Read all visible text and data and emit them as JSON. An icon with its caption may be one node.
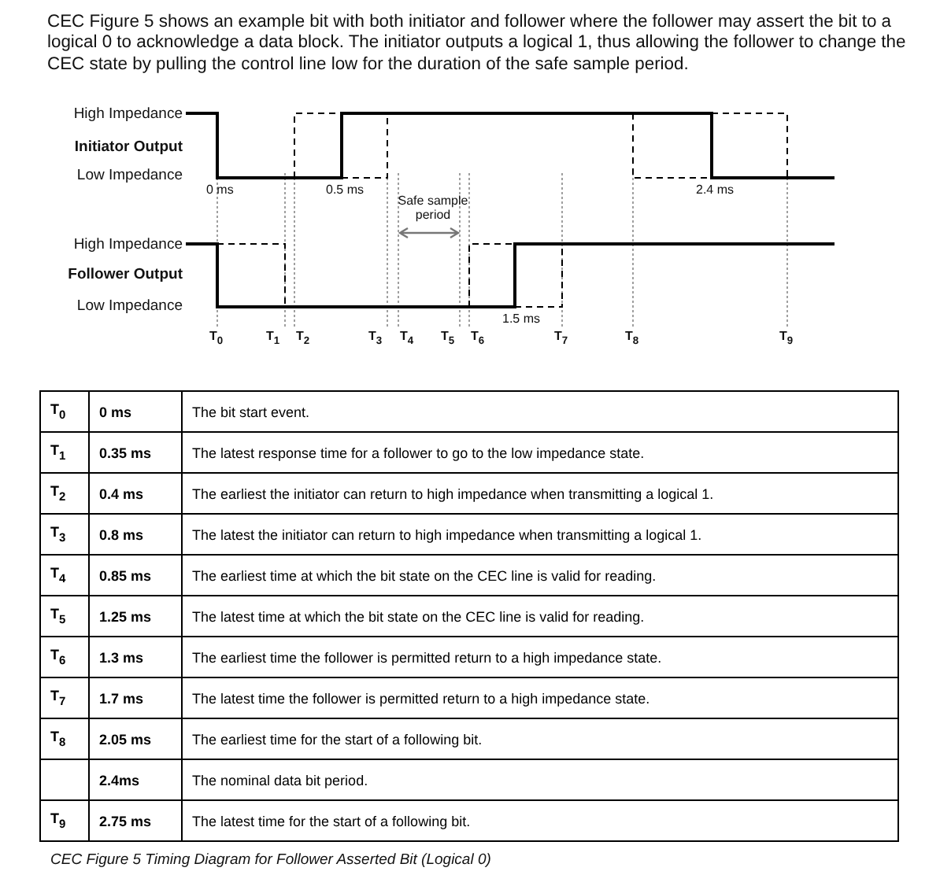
{
  "diagram": {
    "caption": "CEC Figure 5 Timing Diagram for Follower Asserted Bit (Logical 0)",
    "labels": [
      "CEC Figure 5 shows an example bit with both initiator and follower where the follower may assert the bit to a logical 0 to acknowledge a data block. The initiator outputs a logical 1, thus allowing the follower to change the CEC state by pulling the control line low for the duration of the safe sample period.",
      "High Impedance",
      "Initiator Output",
      "Low Impedance",
      "High Impedance",
      "Follower Output",
      "Low Impedance",
      "0 ms",
      "0.5 ms",
      "Safe sample period",
      "2.4 ms",
      "1.5 ms",
      "T$_{0}$",
      "T$_{1}$",
      "T$_{2}$",
      "T$_{3}$",
      "T$_{4}$",
      "T$_{5}$",
      "T$_{6}$",
      "T$_{7}$",
      "T$_{8}$",
      "T$_{9}$",
      "T$_{0}$",
      "0 ms",
      "The bit start event.",
      "T$_{1}$",
      "0.35 ms",
      "The latest response time for a follower to go to the low impedance state.",
      "T$_{2}$",
      "0.4 ms",
      "The earliest the initiator can return to high impedance when transmitting a logical 1.",
      "T$_{3}$",
      "0.8 ms",
      "The latest the initiator can return to high impedance when transmitting a logical 1.",
      "T$_{4}$",
      "0.85 ms",
      "The earliest time at which the bit state on the CEC line is valid for reading.",
      "T$_{5}$",
      "1.25 ms",
      "The latest time at which the bit state on the CEC line is valid for reading.",
      "T$_{6}$",
      "1.3 ms",
      "The earliest time the follower is permitted return to a high impedance state.",
      "T$_{7}$",
      "1.7 ms",
      "The latest time the follower is permitted return to a high impedance state.",
      "T$_{8}$",
      "2.05 ms",
      "The earliest time for the start of a following bit.",
      "2.4ms",
      "The nominal data bit period.",
      "T$_{9}$",
      "2.75 ms",
      "The latest time for the start of a following bit."
    ]
  }
}
